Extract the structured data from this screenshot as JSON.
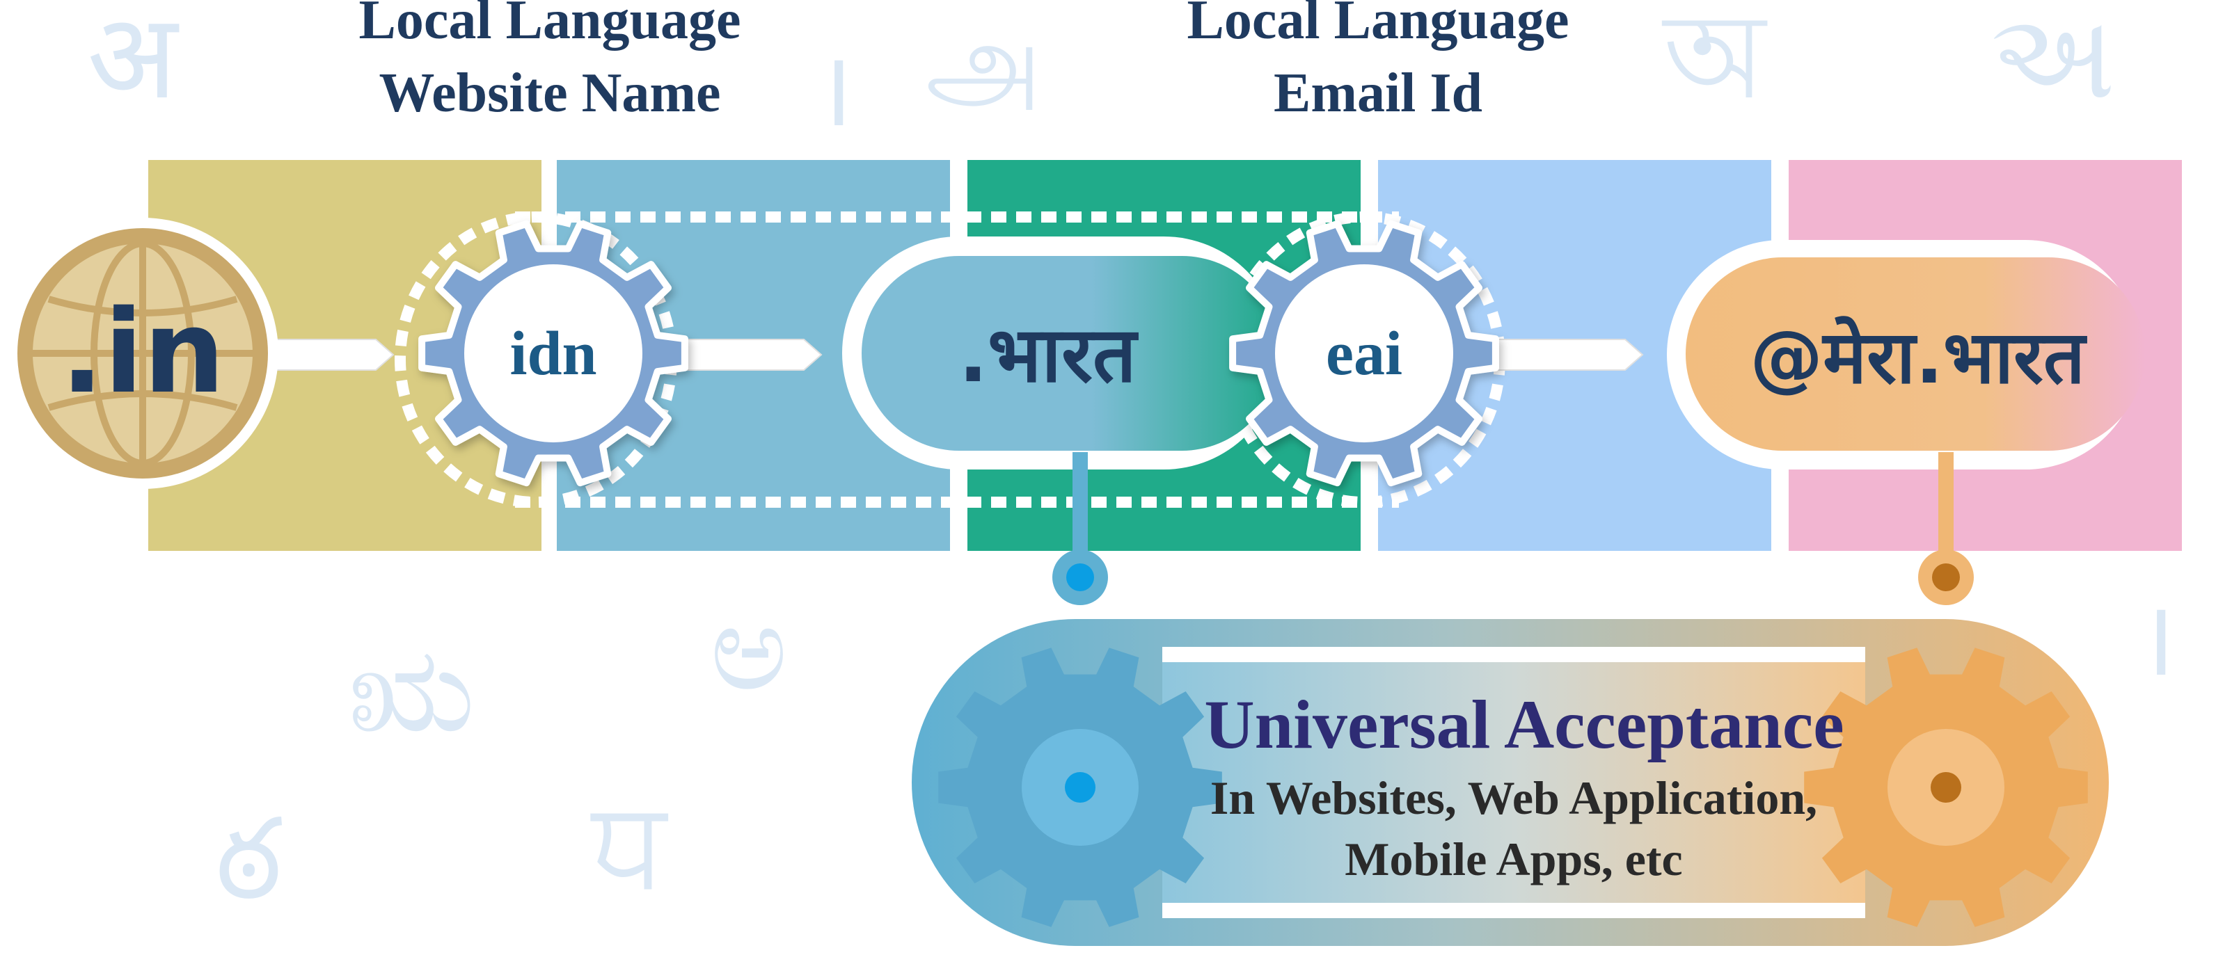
{
  "headings": {
    "website_line1": "Local Language",
    "website_line2": "Website Name",
    "email_line1": "Local Language",
    "email_line2": "Email Id"
  },
  "background_glyphs": [
    "अ",
    "।",
    "அ",
    "অ",
    "અ",
    "ಋ",
    "ಅ",
    "ఠ",
    "ਧ",
    "।"
  ],
  "nodes": {
    "in_domain": ".in",
    "idn_gear": "idn",
    "bharat_domain": ".भारत",
    "eai_gear": "eai",
    "email_address": "@मेरा.भारत"
  },
  "ua": {
    "title": "Universal Acceptance",
    "line1": "In Websites, Web Application,",
    "line2": "Mobile Apps, etc"
  },
  "colors": {
    "olive_band": "#d9cc82",
    "blue_band": "#7fbdd6",
    "green_band": "#20ab8a",
    "light_blue_band": "#a8cff8",
    "pink_band": "#f2b5d1",
    "gear_blue": "#7ea3d1",
    "title": "#1f3a5f",
    "ua_title": "#2e2c74",
    "ua_text": "#2a2a2a",
    "globe": "#c9a86a",
    "orange": "#f2bd7f"
  }
}
